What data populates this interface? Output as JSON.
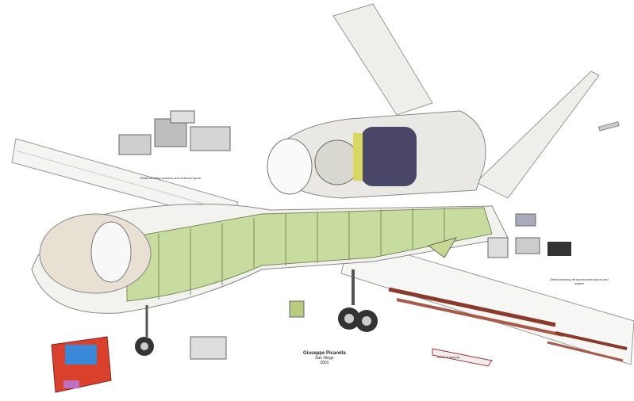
{
  "title": "Global Hawk UAV cutaway",
  "signature": {
    "name": "Giuseppe Picarella",
    "place": "San Diego",
    "year": "2001"
  },
  "captions": {
    "avionics": "Detail showing avionics and antenna layout",
    "accessories": "Detail showing aft accessories layout and engine",
    "wingtip": "Detail of wing tip"
  },
  "colors": {
    "structure": "#c9dca0",
    "fuselage": "#f2f2ee",
    "engine": "#4a4668",
    "wing_spar": "#8a3a2a",
    "box": "#d9412a"
  }
}
